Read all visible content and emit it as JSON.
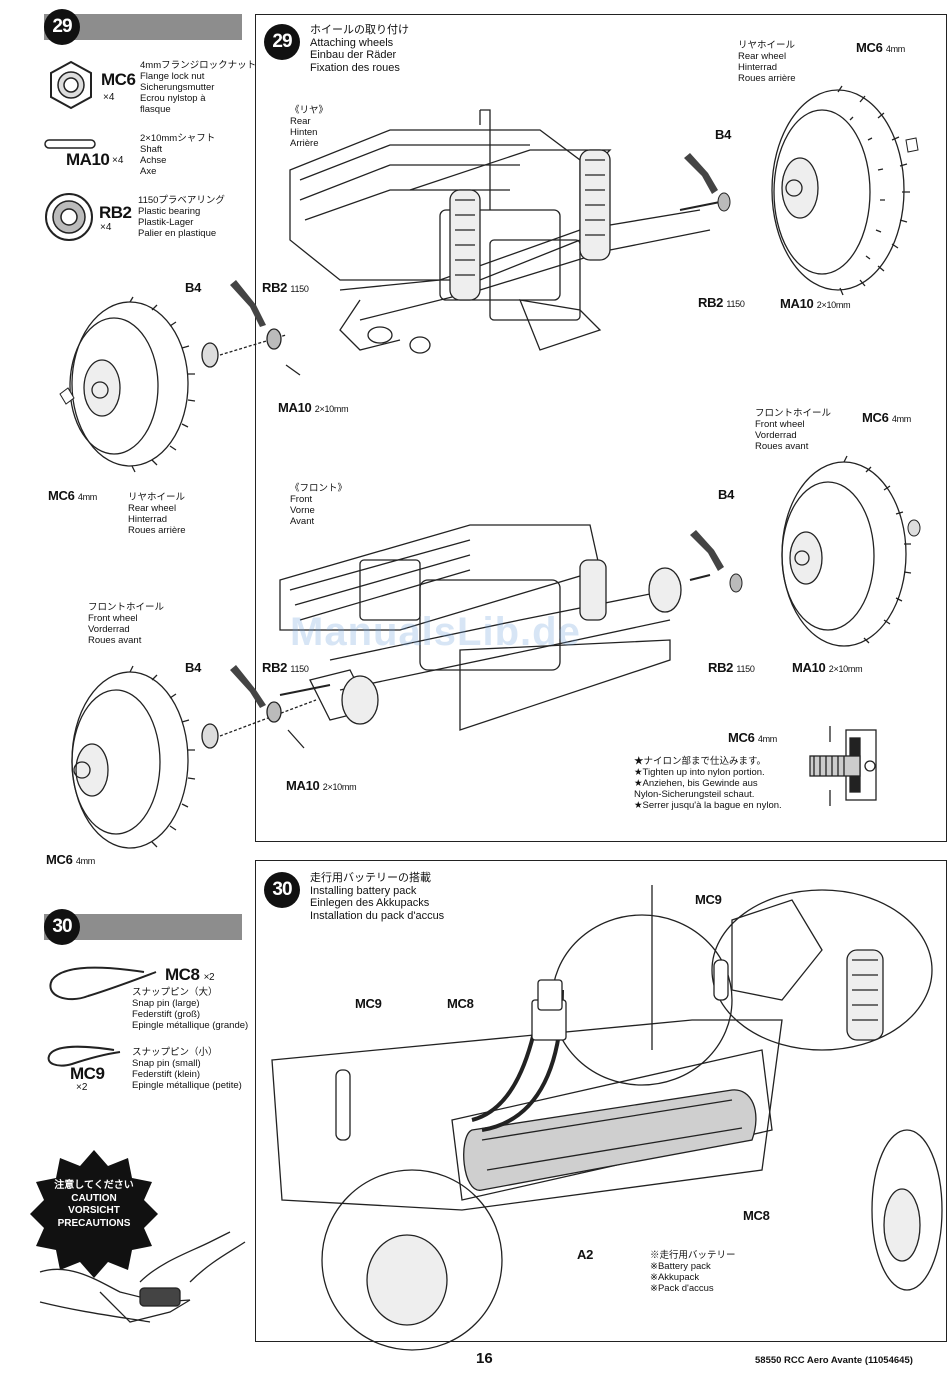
{
  "page": {
    "number": "16",
    "footer": "58550 RCC Aero Avante (11054645)",
    "watermark": "ManualsLib.de"
  },
  "step29": {
    "num": "29",
    "title_lines": "ホイールの取り付け\nAttaching wheels\nEinbau der Räder\nFixation des roues",
    "parts": [
      {
        "code": "MC6",
        "qty": "×4",
        "desc": "4mmフランジロックナット\nFlange lock nut\nSicherungsmutter\nEcrou nylstop à\nflasque"
      },
      {
        "code": "MA10",
        "qty": "×4",
        "desc": "2×10mmシャフト\nShaft\nAchse\nAxe"
      },
      {
        "code": "RB2",
        "qty": "×4",
        "desc": "1150プラベアリング\nPlastic bearing\nPlastik-Lager\nPalier en plastique"
      }
    ],
    "rear_label": "《リヤ》\nRear\nHinten\nArrière",
    "front_label": "《フロント》\nFront\nVorne\nAvant",
    "rear_wheel": "リヤホイール\nRear wheel\nHinterrad\nRoues arrière",
    "front_wheel": "フロントホイール\nFront wheel\nVorderrad\nRoues avant",
    "labels": {
      "b4": "B4",
      "rb2": "RB2",
      "rb2_sub": "1150",
      "ma10": "MA10",
      "ma10_sub": "2×10mm",
      "mc6": "MC6",
      "mc6_sub": "4mm"
    },
    "note": "★ナイロン部まで仕込みます。\n★Tighten up into nylon portion.\n★Anziehen, bis Gewinde aus\nNylon-Sicherungsteil schaut.\n★Serrer jusqu'à la bague en nylon."
  },
  "step30": {
    "num": "30",
    "title_lines": "走行用バッテリーの搭載\nInstalling battery pack\nEinlegen des Akkupacks\nInstallation du pack d'accus",
    "parts": [
      {
        "code": "MC8",
        "qty": "×2",
        "desc": "スナップピン（大）\nSnap pin (large)\nFederstift (groß)\nEpingle métallique (grande)"
      },
      {
        "code": "MC9",
        "qty": "×2",
        "desc": "スナップピン（小）\nSnap pin (small)\nFederstift (klein)\nEpingle métallique (petite)"
      }
    ],
    "labels": {
      "mc9": "MC9",
      "mc8": "MC8",
      "a2": "A2"
    },
    "battery": "※走行用バッテリー\n※Battery pack\n※Akkupack\n※Pack d'accus"
  },
  "caution": "注意してください\nCAUTION\nVORSICHT\nPRECAUTIONS"
}
